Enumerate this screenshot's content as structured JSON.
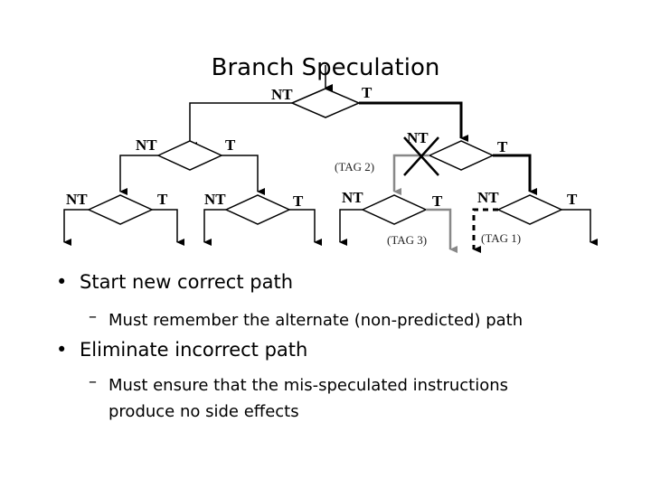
{
  "title": "Branch Speculation",
  "diagram": {
    "nt": "NT",
    "t": "T",
    "tag1": "(TAG 1)",
    "tag2": "(TAG 2)",
    "tag3": "(TAG 3)"
  },
  "bullets": [
    {
      "text": "Start new correct path",
      "sub": "Must remember the alternate (non-predicted) path"
    },
    {
      "text": "Eliminate incorrect path",
      "sub": "Must ensure that the mis-speculated instructions produce no side effects"
    }
  ],
  "markers": {
    "bullet": "•",
    "dash": "–"
  }
}
